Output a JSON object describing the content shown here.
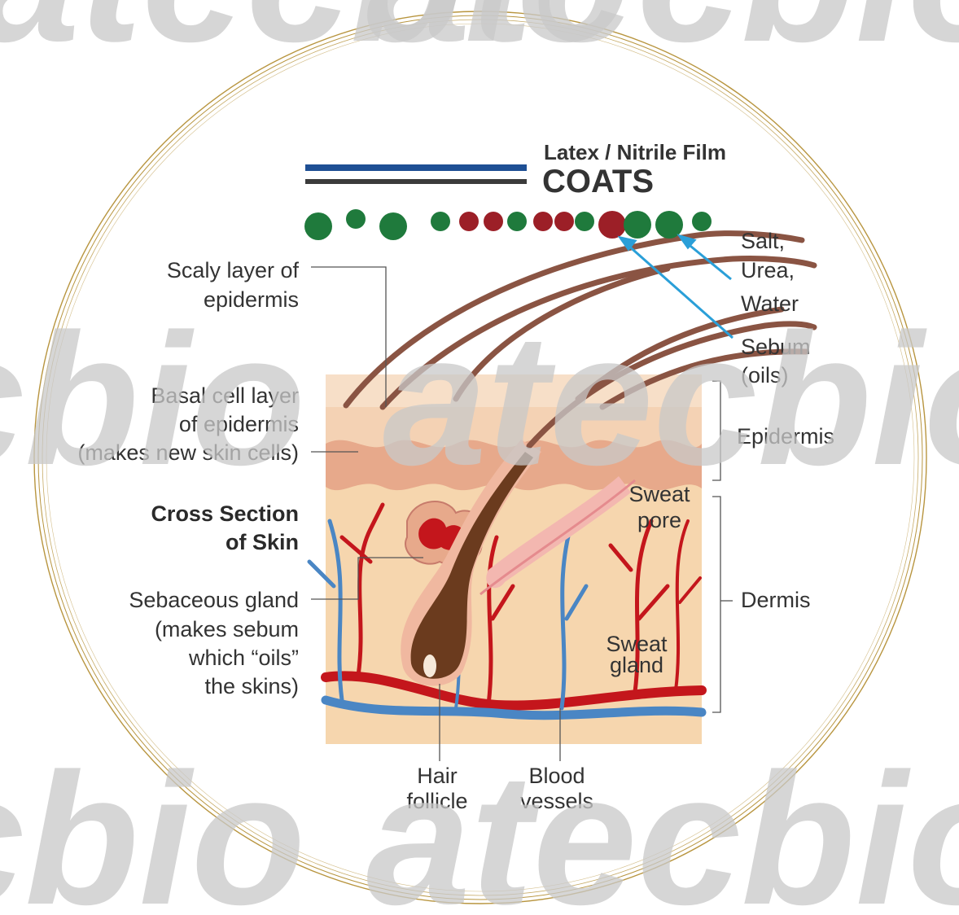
{
  "watermark": "atecbio",
  "film": {
    "title": "Latex / Nitrile Film",
    "subtitle": "COATS"
  },
  "labels": {
    "scaly": [
      "Scaly layer of",
      "epidermis"
    ],
    "basal": [
      "Basal cell layer",
      "of epidermis",
      "(makes new skin cells)"
    ],
    "cross_section": [
      "Cross Section",
      "of Skin"
    ],
    "sebaceous": [
      "Sebaceous gland",
      "(makes sebum",
      "which “oils”",
      "the skins)"
    ],
    "salt": [
      "Salt,",
      "Urea,",
      "Water"
    ],
    "sebum": [
      "Sebum",
      "(oils)"
    ],
    "epidermis": "Epidermis",
    "sweat_pore": [
      "Sweat",
      "pore"
    ],
    "dermis": "Dermis",
    "sweat_gland": [
      "Sweat",
      "gland"
    ],
    "hair_follicle": [
      "Hair",
      "follicle"
    ],
    "blood_vessels": [
      "Blood",
      "vessels"
    ]
  },
  "colors": {
    "ring_gold": "#b8953f",
    "film_blue": "#1e4f94",
    "film_gray": "#3b3b3b",
    "particle_green": "#1f7a3c",
    "particle_red": "#9c1f27",
    "arrow_blue": "#2a9fd8",
    "skin_top": "#f4d2b4",
    "dermis": "#f6d6ae",
    "hair": "#8a5443",
    "vessel_red": "#c4161c",
    "vessel_blue": "#4a86c4"
  },
  "particles": [
    "green",
    "green",
    "green",
    "green",
    "red",
    "red",
    "green",
    "red",
    "red",
    "green",
    "red",
    "green",
    "green",
    "green"
  ]
}
